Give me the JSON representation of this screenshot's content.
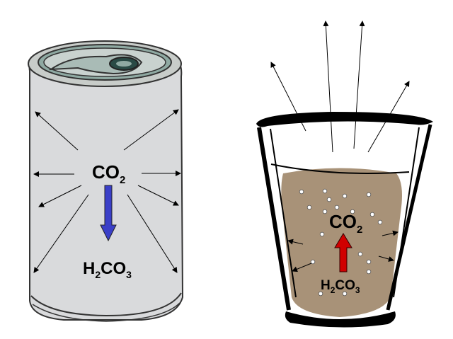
{
  "can": {
    "molecule_top": {
      "main": "CO",
      "sub": "2"
    },
    "molecule_bottom": {
      "parts": [
        "H",
        "2",
        "CO",
        "3"
      ]
    },
    "arrow_color": "#3a3fc8",
    "body_color": "#d9dadc"
  },
  "glass": {
    "molecule_top": {
      "main": "CO",
      "sub": "2"
    },
    "molecule_bottom": {
      "parts": [
        "H",
        "2",
        "CO",
        "3"
      ]
    },
    "arrow_color": "#d00000",
    "liquid_color": "#a89278"
  }
}
